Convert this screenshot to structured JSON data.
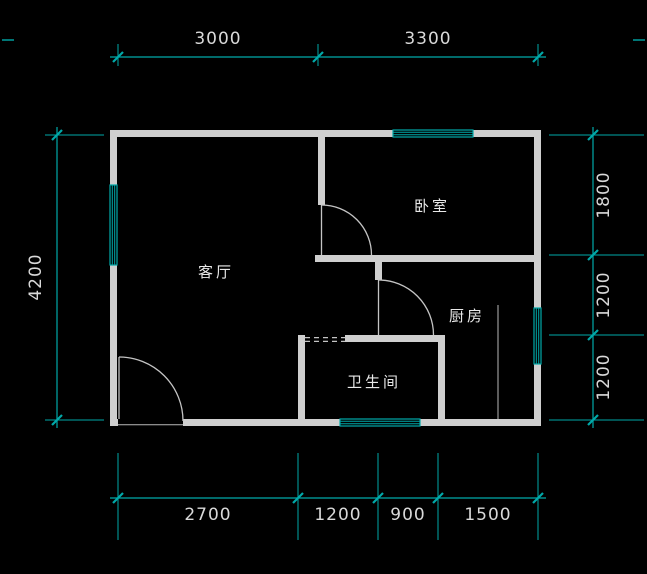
{
  "colors": {
    "background": "#000000",
    "wall": "#cfcfcf",
    "window": "#00a9a9",
    "dimension": "#00a9a9",
    "dim_text": "#d9d9d9",
    "room_text": "#e8e8e8",
    "door": "#c4c4c4"
  },
  "rooms": {
    "living": "客厅",
    "bedroom": "卧室",
    "kitchen": "厨房",
    "bathroom": "卫生间"
  },
  "dims": {
    "top": [
      "3000",
      "3300"
    ],
    "left": [
      "4200"
    ],
    "right": [
      "1800",
      "1200",
      "1200"
    ],
    "bottom": [
      "2700",
      "1200",
      "900",
      "1500"
    ]
  }
}
